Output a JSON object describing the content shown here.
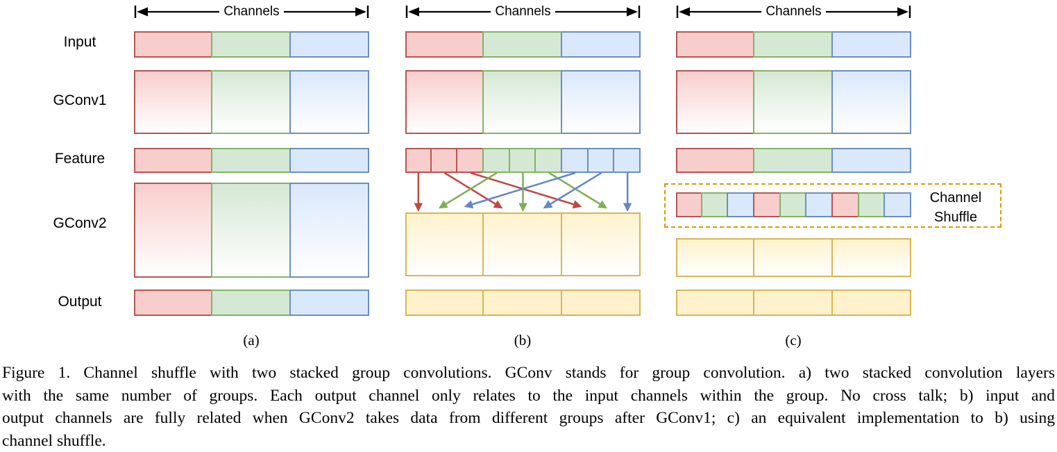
{
  "figure": {
    "channels_label": "Channels",
    "row_labels": [
      "Input",
      "GConv1",
      "Feature",
      "GConv2",
      "Output"
    ],
    "panel_labels": [
      "(a)",
      "(b)",
      "(c)"
    ],
    "shuffle_label_line1": "Channel",
    "shuffle_label_line2": "Shuffle",
    "group_order": [
      "red",
      "green",
      "blue"
    ],
    "colors": {
      "red": {
        "fill": "#f8cecc",
        "stroke": "#b85450"
      },
      "green": {
        "fill": "#d5e8d4",
        "stroke": "#82b366"
      },
      "blue": {
        "fill": "#dae8fc",
        "stroke": "#6c8ebf"
      },
      "yellow": {
        "fill": "#fff2cc",
        "stroke": "#d6b656"
      },
      "dashed_box": "#d79b00",
      "arrow": {
        "red": "#bf4742",
        "green": "#7fae57",
        "blue": "#6287c5"
      },
      "line": "#000000"
    },
    "feature_b_cells": [
      "red",
      "red",
      "red",
      "green",
      "green",
      "green",
      "blue",
      "blue",
      "blue"
    ],
    "shuffle_c_cells": [
      "red",
      "green",
      "blue",
      "red",
      "green",
      "blue",
      "red",
      "green",
      "blue"
    ],
    "shuffle_arrows": [
      {
        "from_cell": 0,
        "to_slot": 0,
        "color": "red"
      },
      {
        "from_cell": 1,
        "to_slot": 3,
        "color": "red"
      },
      {
        "from_cell": 2,
        "to_slot": 6,
        "color": "red"
      },
      {
        "from_cell": 3,
        "to_slot": 1,
        "color": "green"
      },
      {
        "from_cell": 4,
        "to_slot": 4,
        "color": "green"
      },
      {
        "from_cell": 5,
        "to_slot": 7,
        "color": "green"
      },
      {
        "from_cell": 6,
        "to_slot": 2,
        "color": "blue"
      },
      {
        "from_cell": 7,
        "to_slot": 5,
        "color": "blue"
      },
      {
        "from_cell": 8,
        "to_slot": 8,
        "color": "blue"
      }
    ],
    "panels": [
      {
        "label": "(a)",
        "feature_split": 3,
        "gconv2": "grouped",
        "output": "grouped"
      },
      {
        "label": "(b)",
        "feature_split": 9,
        "gconv2": "fused-yellow",
        "output": "yellow",
        "has_shuffle_arrows": true
      },
      {
        "label": "(c)",
        "feature_split": 3,
        "gconv2": "fused-yellow",
        "output": "yellow",
        "has_shuffle_box": true
      }
    ]
  },
  "caption": {
    "lines": [
      "Figure 1. Channel shuffle with two stacked group convolutions. GConv stands for group convolution. a) two stacked convolution layers",
      "with the same number of groups. Each output channel only relates to the input channels within the group. No cross talk; b) input and",
      "output channels are fully related when GConv2 takes data from different groups after GConv1; c) an equivalent implementation to b) using",
      "channel shuffle."
    ]
  }
}
